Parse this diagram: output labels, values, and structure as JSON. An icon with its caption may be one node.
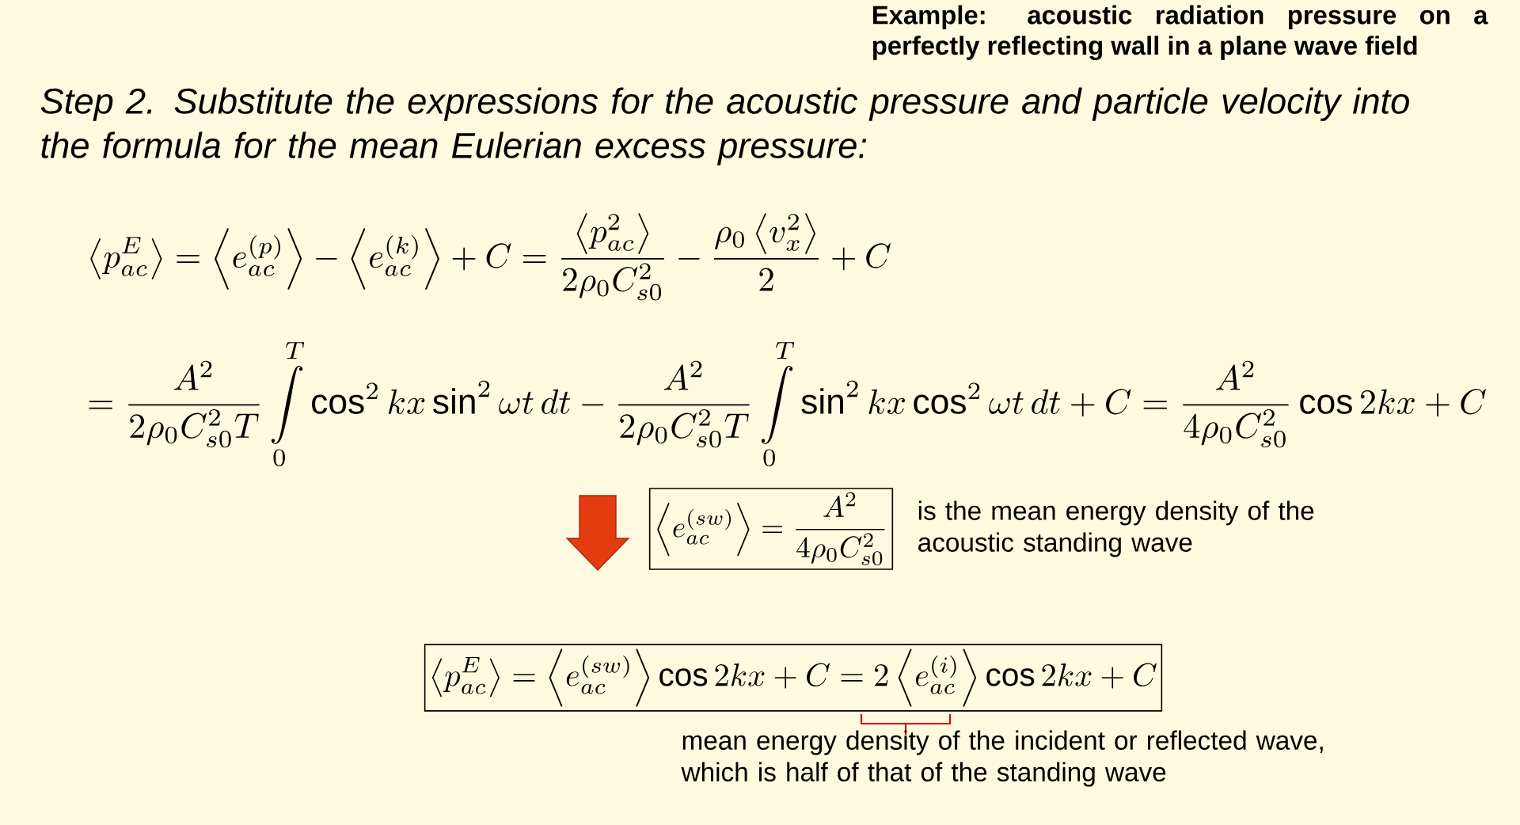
{
  "diagram": {
    "title": "Example: acoustic radiation pressure on a perfectly reflecting wall in a plane wave field",
    "nodes": [
      {
        "text": [
          "\\left\\langle e_{ac}^{(sw)}\\right\\rangle=\\frac{A^2}{4\\rho_0 C_{s0}^2}"
        ],
        "beside": [
          "is the mean energy density of the acoustic standing wave"
        ]
      },
      {
        "text": [
          "\\left\\langle p_{ac}^{E}\\right\\rangle=\\left\\langle e_{ac}^{(sw)}\\right\\rangle\\cos 2kx+C=2\\left\\langle e_{ac}^{(i)}\\right\\rangle\\cos 2kx+C"
        ]
      }
    ],
    "edges": [],
    "labels": [
      "Step 2. Substitute the expressions for the acoustic pressure and particle velocity into the formula for the mean Eulerian excess pressure:",
      "\\left\\langle p_{ac}^{E}\\right\\rangle=\\left\\langle e_{ac}^{(p)}\\right\\rangle-\\left\\langle e_{ac}^{(k)}\\right\\rangle+C=\\frac{\\left\\langle p_{ac}^{2}\\right\\rangle}{2\\rho_0 C_{s0}^{2}}-\\frac{\\rho_0\\left\\langle v_x^{2}\\right\\rangle}{2}+C",
      "=\\frac{A^2}{2\\rho_0 C_{s0}^2 T}\\int\\limits_0^T\\cos^2 kx\\sin^2\\omega t\\,dt-\\frac{A^2}{2\\rho_0 C_{s0}^2 T}\\int\\limits_0^T\\sin^2 kx\\cos^2\\omega t\\,dt+C=\\frac{A^2}{4\\rho_0 C_{s0}^2}\\cos 2kx+C",
      "mean energy density of the incident or reflected wave, which is half of that of the standing wave"
    ]
  }
}
